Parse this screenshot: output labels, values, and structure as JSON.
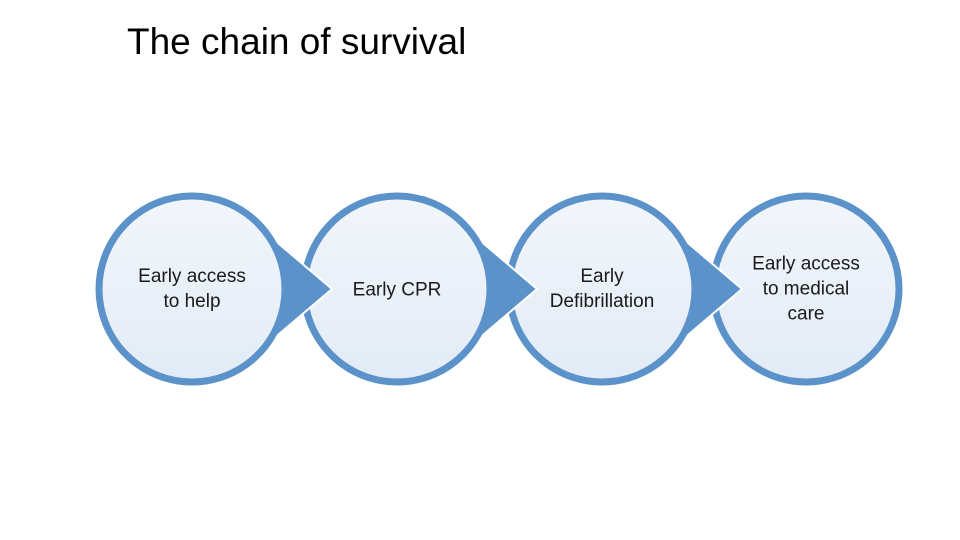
{
  "slide": {
    "title": "The chain of survival",
    "background": "#FFFFFF",
    "title_color": "#000000"
  },
  "diagram": {
    "type": "process-chain",
    "direction": "left-to-right",
    "colors": {
      "shape_blue": "#5B92CA",
      "circle_fill_top": "#F2F6FB",
      "circle_fill_bottom": "#E2EBF6",
      "arrow_outline": "#FFFFFF",
      "label_text": "#1A1A1A"
    },
    "steps": [
      {
        "label": "Early access to help",
        "lines": [
          "Early access",
          "to help"
        ]
      },
      {
        "label": "Early CPR",
        "lines": [
          "Early CPR"
        ]
      },
      {
        "label": "Early Defibrillation",
        "lines": [
          "Early",
          "Defibrillation"
        ]
      },
      {
        "label": "Early access to medical care",
        "lines": [
          "Early access",
          "to medical",
          "care"
        ]
      }
    ]
  }
}
